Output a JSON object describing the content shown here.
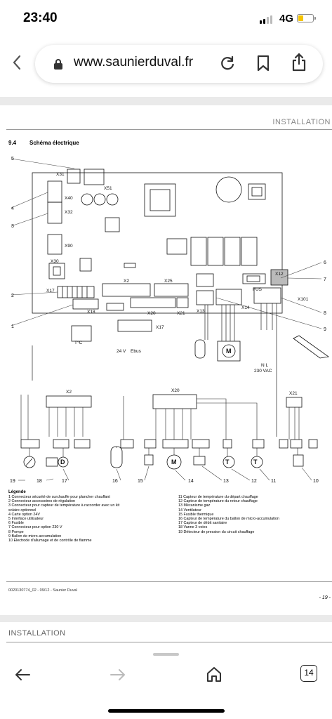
{
  "status": {
    "time": "23:40",
    "network": "4G",
    "battery_level": 0.35
  },
  "browser": {
    "url": "www.saunierduval.fr",
    "tab_count": "14"
  },
  "doc": {
    "header": "INSTALLATION",
    "section_num": "9.4",
    "section_title": "Schéma électrique",
    "labels": {
      "X31": "X31",
      "X51": "X51",
      "X40": "X40",
      "X32": "X32",
      "X90": "X90",
      "X30": "X30",
      "X17": "X17",
      "X18": "X18",
      "X2": "X2",
      "X25": "X25",
      "X20": "X20",
      "X21": "X21",
      "X13": "X13",
      "X14": "X14",
      "X12": "X12",
      "X101": "X101",
      "FUS": "FUS",
      "tc": "T°C",
      "v24": "24 V",
      "ebus": "Ebus",
      "nl": "N  L",
      "vac": "230 VAC"
    },
    "callouts_left": [
      "5",
      "4",
      "3",
      "2",
      "1"
    ],
    "callouts_right": [
      "6",
      "7",
      "8",
      "9"
    ],
    "bottom_callouts": [
      "19",
      "18",
      "17",
      "16",
      "15",
      "14",
      "13",
      "12",
      "11",
      "10"
    ],
    "legend_title": "Légende",
    "legend_left": [
      "1    Connecteur sécurité de surchauffe pour plancher chauffant",
      "2    Connecteur accessoires de régulation",
      "3    Connecteur pour capteur de température à raccorder avec un kit",
      "       solaire optionnel",
      "4    Carte option 24V",
      "5    Interface utilisateur",
      "6    Fusible",
      "7    Connecteur pour option 230 V",
      "8    Pompe",
      "9    Ballon de micro-accumulation",
      "10  Electrode d'allumage et de contrôle de flamme"
    ],
    "legend_right": [
      "11  Capteur de température du départ chauffage",
      "12  Capteur de température du retour chauffage",
      "13  Mécanisme gaz",
      "14  Ventilateur",
      "15  Fusible thermique",
      "16  Capteur de température du ballon de micro-accumulation",
      "17  Capteur de débit sanitaire",
      "18  Vanne 3 voies",
      "19  Détecteur de pression du circuit chauffage"
    ],
    "footer_code": "0020130774_02 - 09/12 - Saunier Duval",
    "page_number": "- 19 -",
    "next_header": "INSTALLATION"
  }
}
